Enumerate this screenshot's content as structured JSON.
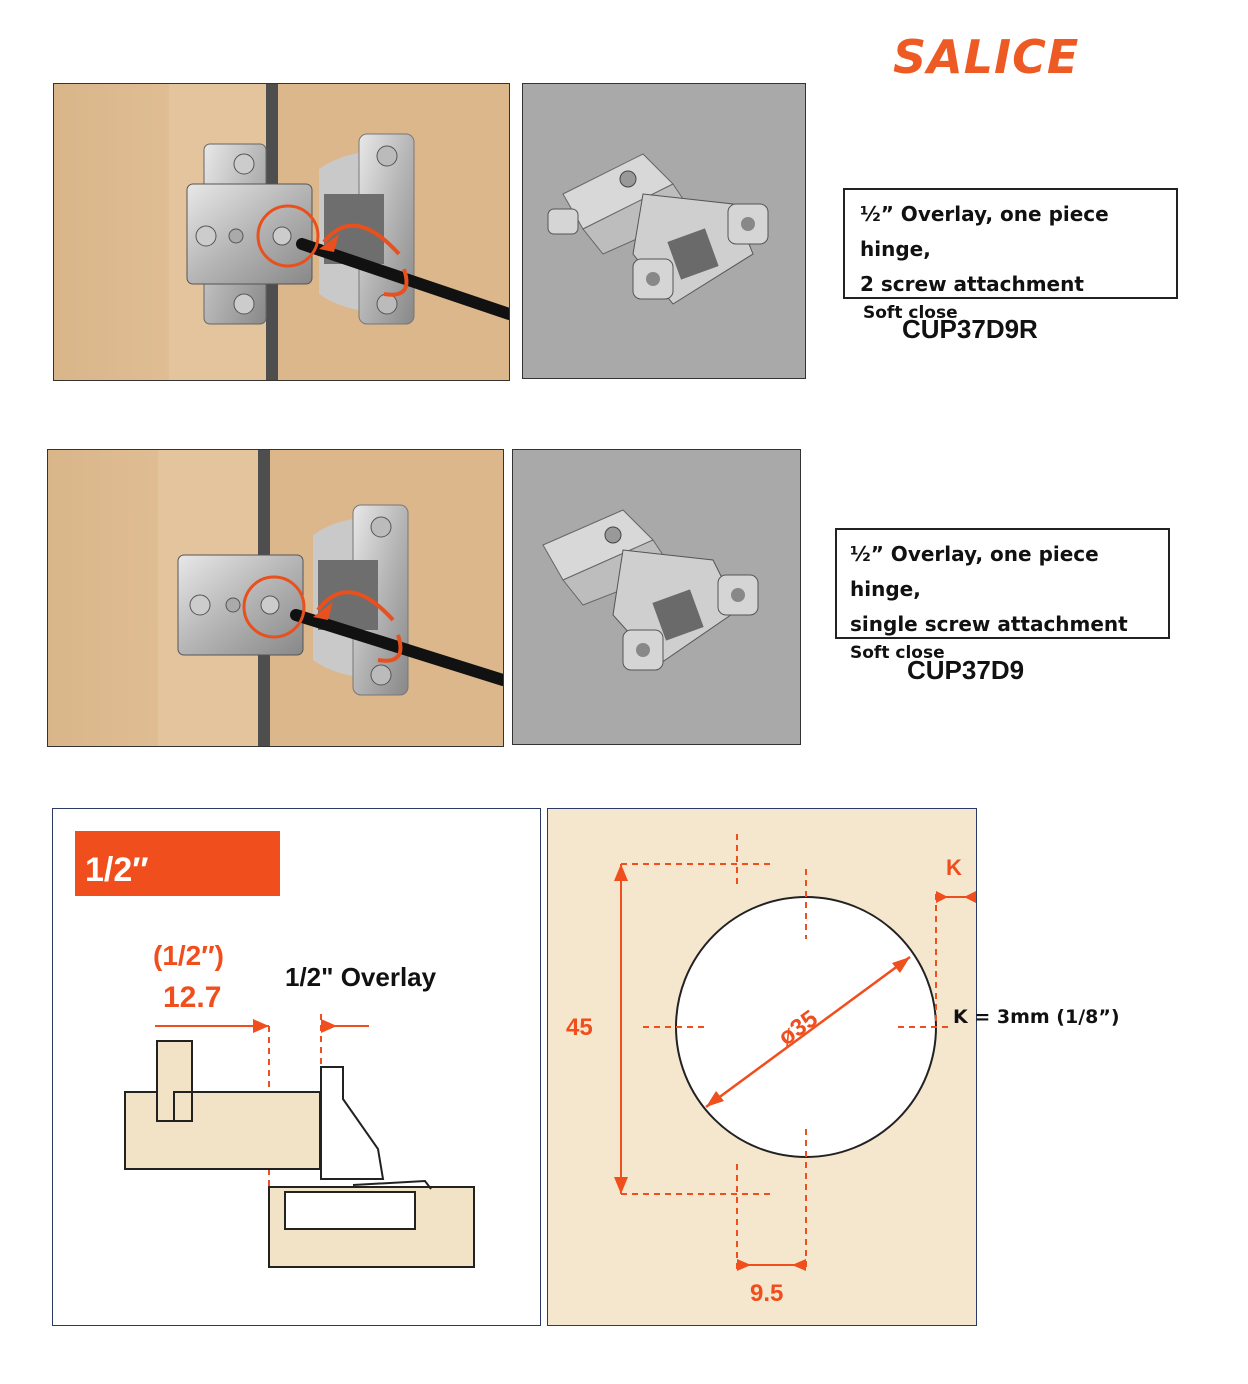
{
  "brand": {
    "logo": "SALICE",
    "color": "#ee5a24"
  },
  "products": [
    {
      "line1": "½” Overlay, one piece hinge,",
      "line2": "2 screw attachment",
      "line3": "Soft close",
      "code": "CUP37D9R"
    },
    {
      "line1": "½” Overlay, one piece hinge,",
      "line2": "single screw attachment",
      "line3": "Soft close",
      "code": "CUP37D9"
    }
  ],
  "overlay_diagram": {
    "badge": "1/2″",
    "fraction_label": "(1/2″)",
    "measure": "12.7",
    "title": "1/2\" Overlay"
  },
  "boring_diagram": {
    "height": "45",
    "diameter": "ø35",
    "offset": "9.5",
    "k_label": "K",
    "k_value": "K = 3mm (1/8”)"
  }
}
